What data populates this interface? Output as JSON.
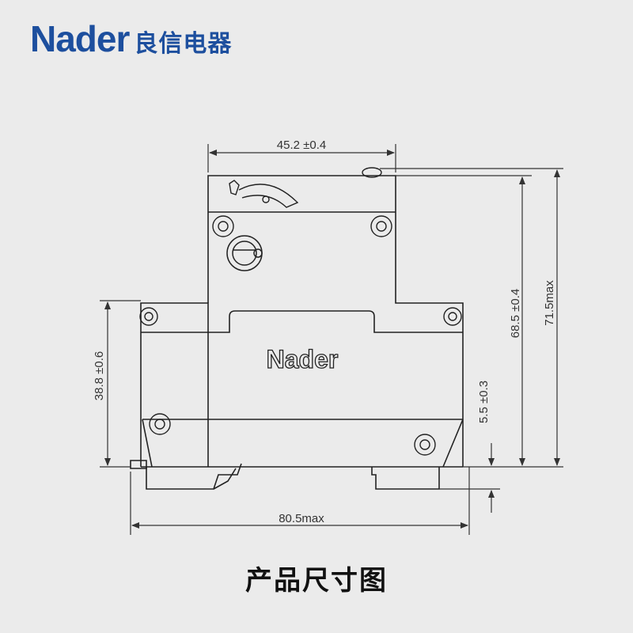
{
  "brand": {
    "name": "Nader",
    "name_cn": "良信电器"
  },
  "device": {
    "label": "Nader"
  },
  "dimensions": {
    "width_top": "45.2 ±0.4",
    "width_bottom": "80.5max",
    "height_front": "38.8 ±0.6",
    "height_rail": "5.5 ±0.3",
    "height_body": "68.5 ±0.4",
    "height_total": "71.5max"
  },
  "caption": "产品尺寸图",
  "colors": {
    "brand": "#1d4f9e",
    "background": "#ebebeb",
    "line": "#333333"
  }
}
